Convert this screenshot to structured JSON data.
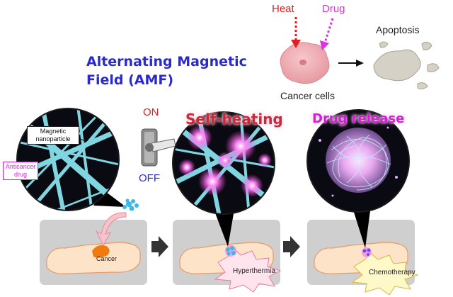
{
  "title": "Alternating Magnetic Field (AMF)",
  "labels": {
    "heat": "Heat",
    "drug": "Drug",
    "apoptosis": "Apoptosis",
    "cancer_cells": "Cancer cells",
    "switch_on": "ON",
    "switch_off": "OFF",
    "self_heating": "Self-heating",
    "drug_release": "Drug release",
    "magnetic_nanoparticle": "Magnetic nanoparticle",
    "anticancer_drug": "Anticancer drug",
    "cancer": "Cancer",
    "hyperthermia": "Hyperthermia",
    "chemotherapy": "Chemotherapy"
  },
  "colors": {
    "title": "#2a2acc",
    "heat": "#e02020",
    "drug": "#e030e0",
    "self_heating": "#c8283c",
    "drug_release": "#d020d0",
    "fiber": "#7fd6e0",
    "body": "#fde3c8",
    "panel": "#cfcfcf",
    "tumor": "#f07a10"
  }
}
